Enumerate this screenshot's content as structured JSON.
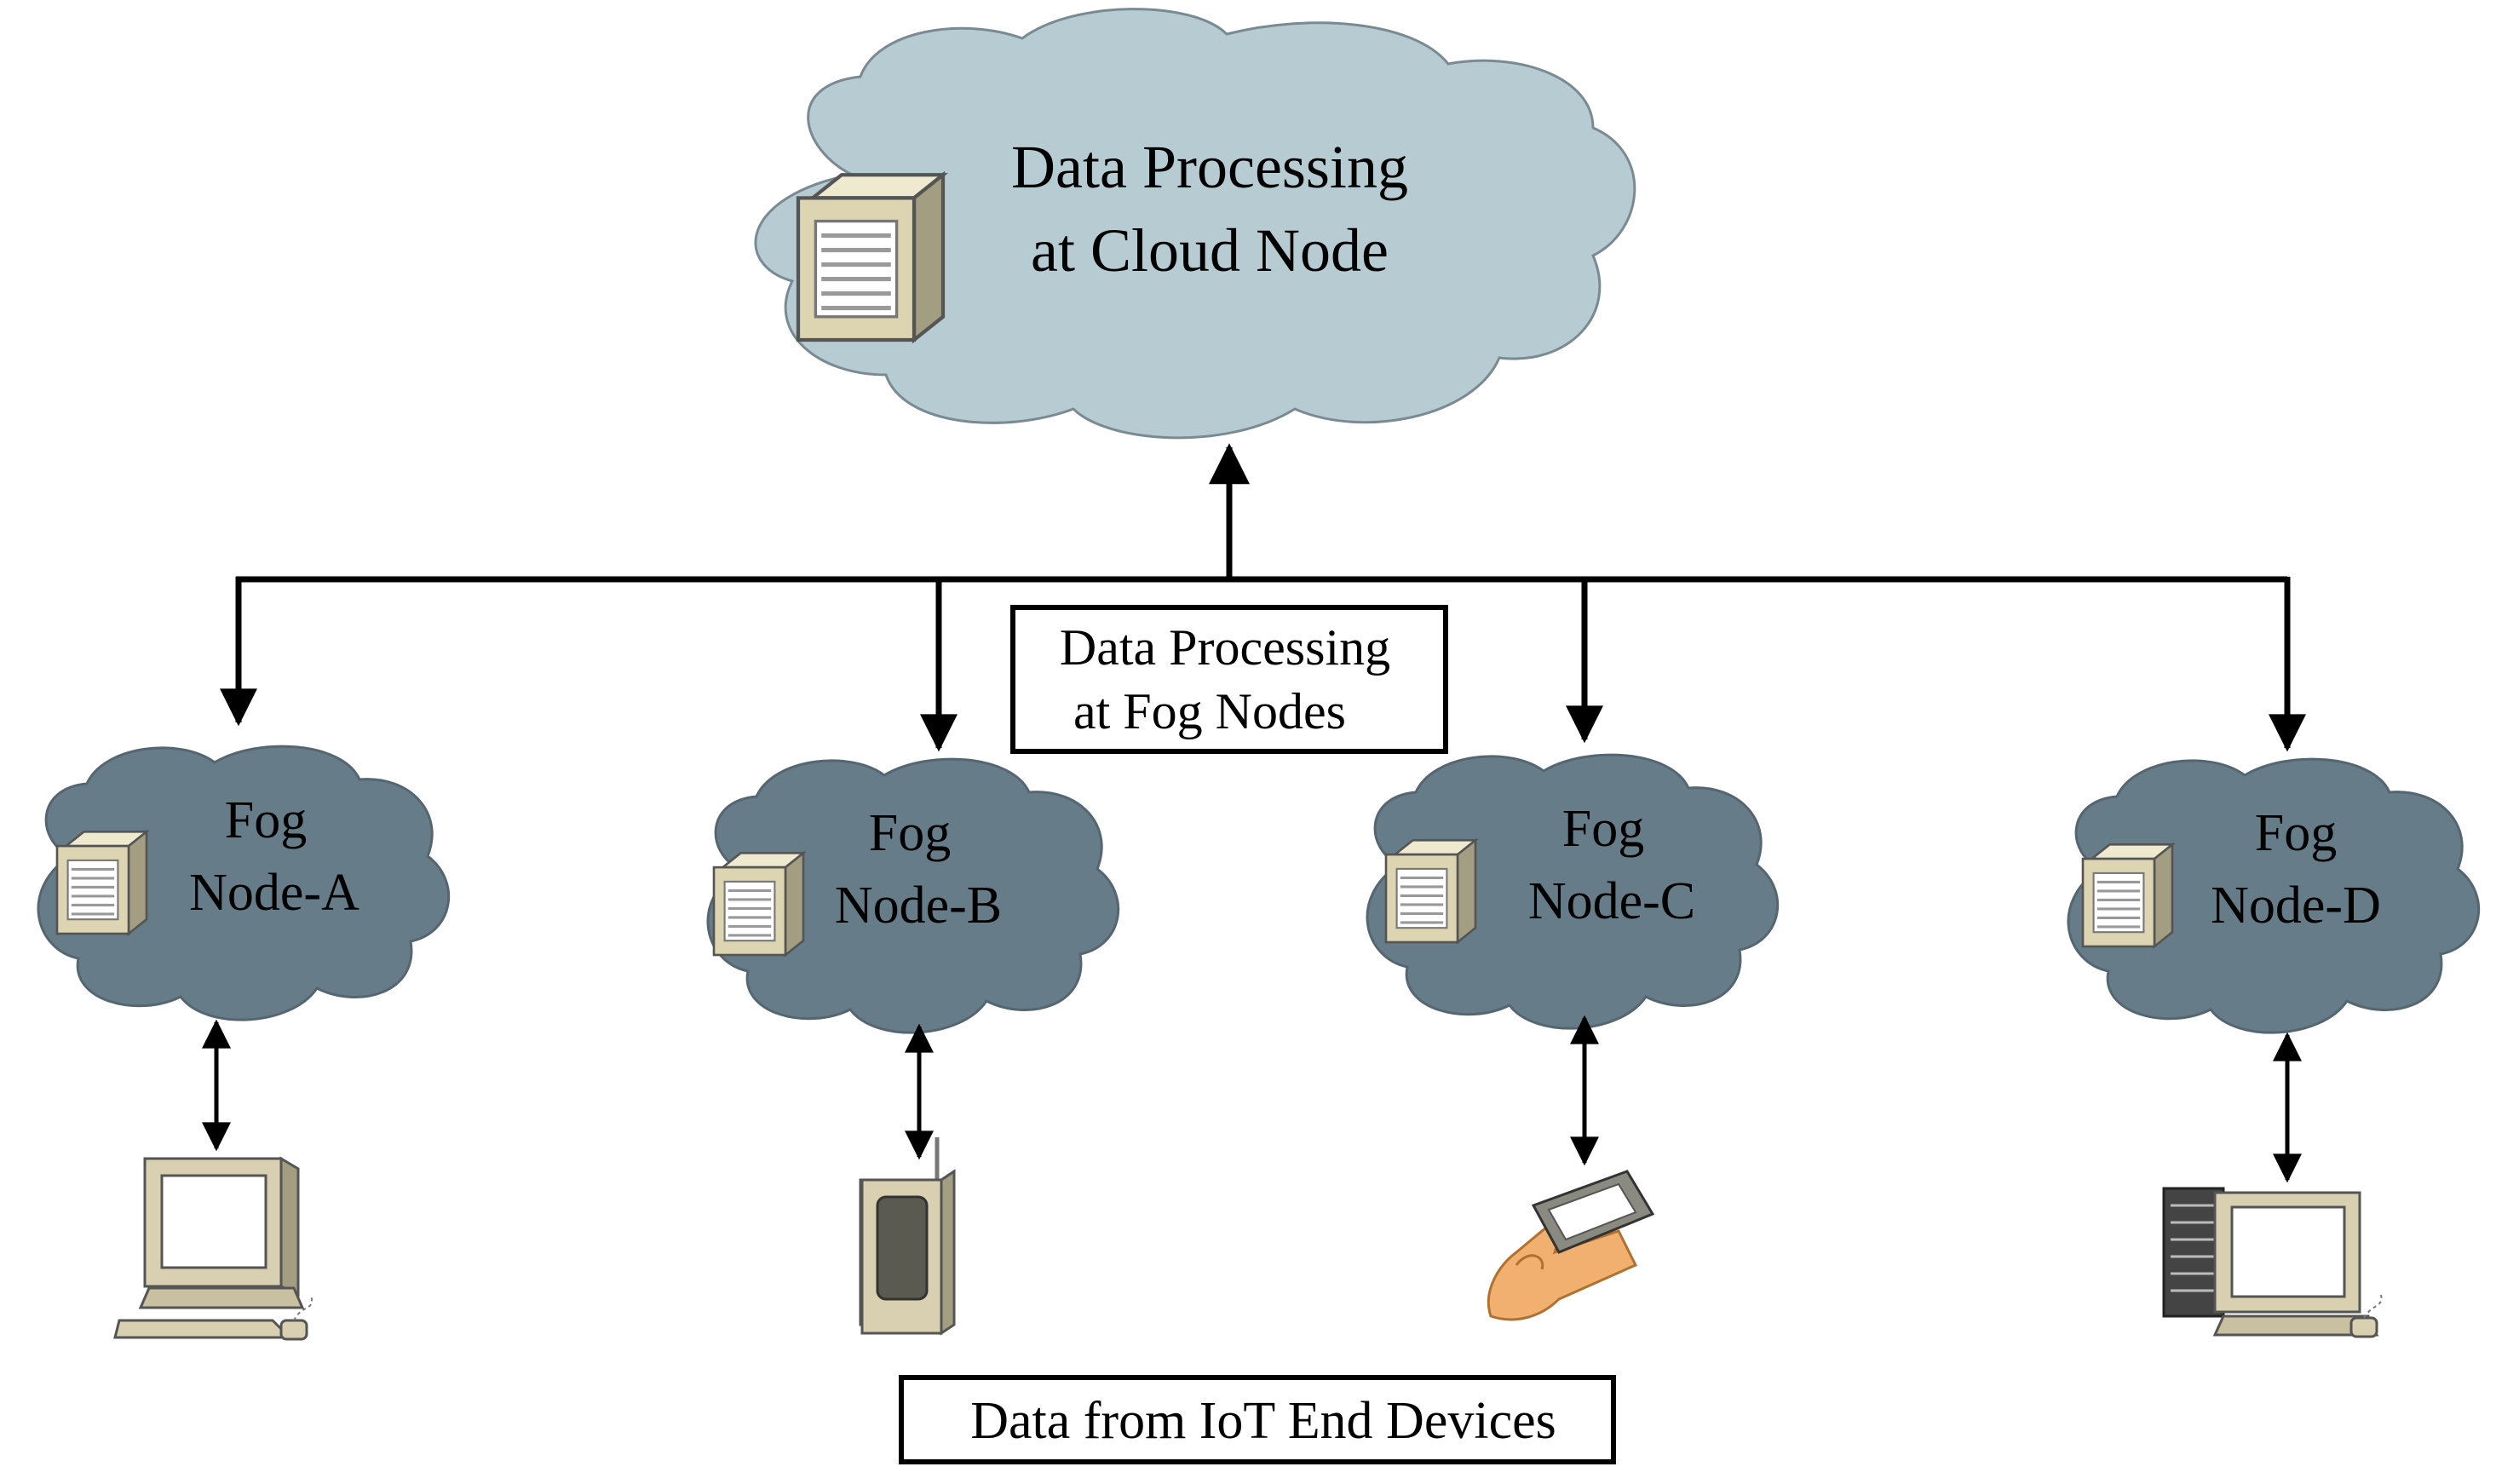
{
  "colors": {
    "cloud_node_fill": "#b7cbd2",
    "fog_node_fill": "#667c88",
    "cloud_outline": "#7a8a92",
    "server_face": "#ddd4b2",
    "server_side": "#a39e82",
    "device_beige": "#d8d0b0",
    "screen_light": "#ffffff",
    "screen_dark": "#5a5a50",
    "hand": "#f2b070",
    "line": "#000000"
  },
  "cloud_node": {
    "label_line1": "Data Processing",
    "label_line2": "at Cloud Node",
    "icon": "server-icon"
  },
  "fog_label": {
    "line1": "Data Processing",
    "line2": "at Fog Nodes"
  },
  "fog_nodes": [
    {
      "line1": "Fog",
      "line2": "Node-A",
      "device": "laptop-computer-icon"
    },
    {
      "line1": "Fog",
      "line2": "Node-B",
      "device": "sensor-device-icon"
    },
    {
      "line1": "Fog",
      "line2": "Node-C",
      "device": "handheld-device-icon"
    },
    {
      "line1": "Fog",
      "line2": "Node-D",
      "device": "desktop-computer-icon"
    }
  ],
  "iot_label": "Data from IoT End Devices"
}
